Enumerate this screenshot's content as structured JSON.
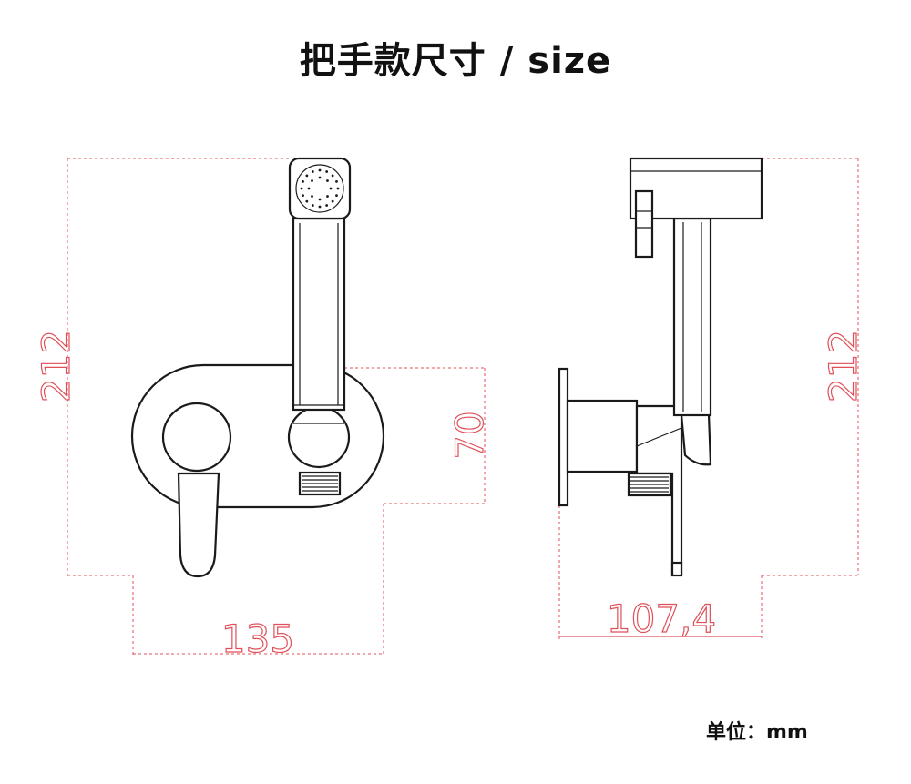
{
  "title": "把手款尺寸 / size",
  "unit_label": "单位：mm",
  "colors": {
    "dimension": "#e0505a",
    "outline": "#1a1a1a",
    "text": "#111111"
  },
  "dimensions": {
    "front_height": "212",
    "front_width": "135",
    "front_plate_height": "70",
    "side_height": "212",
    "side_depth": "107,4"
  }
}
